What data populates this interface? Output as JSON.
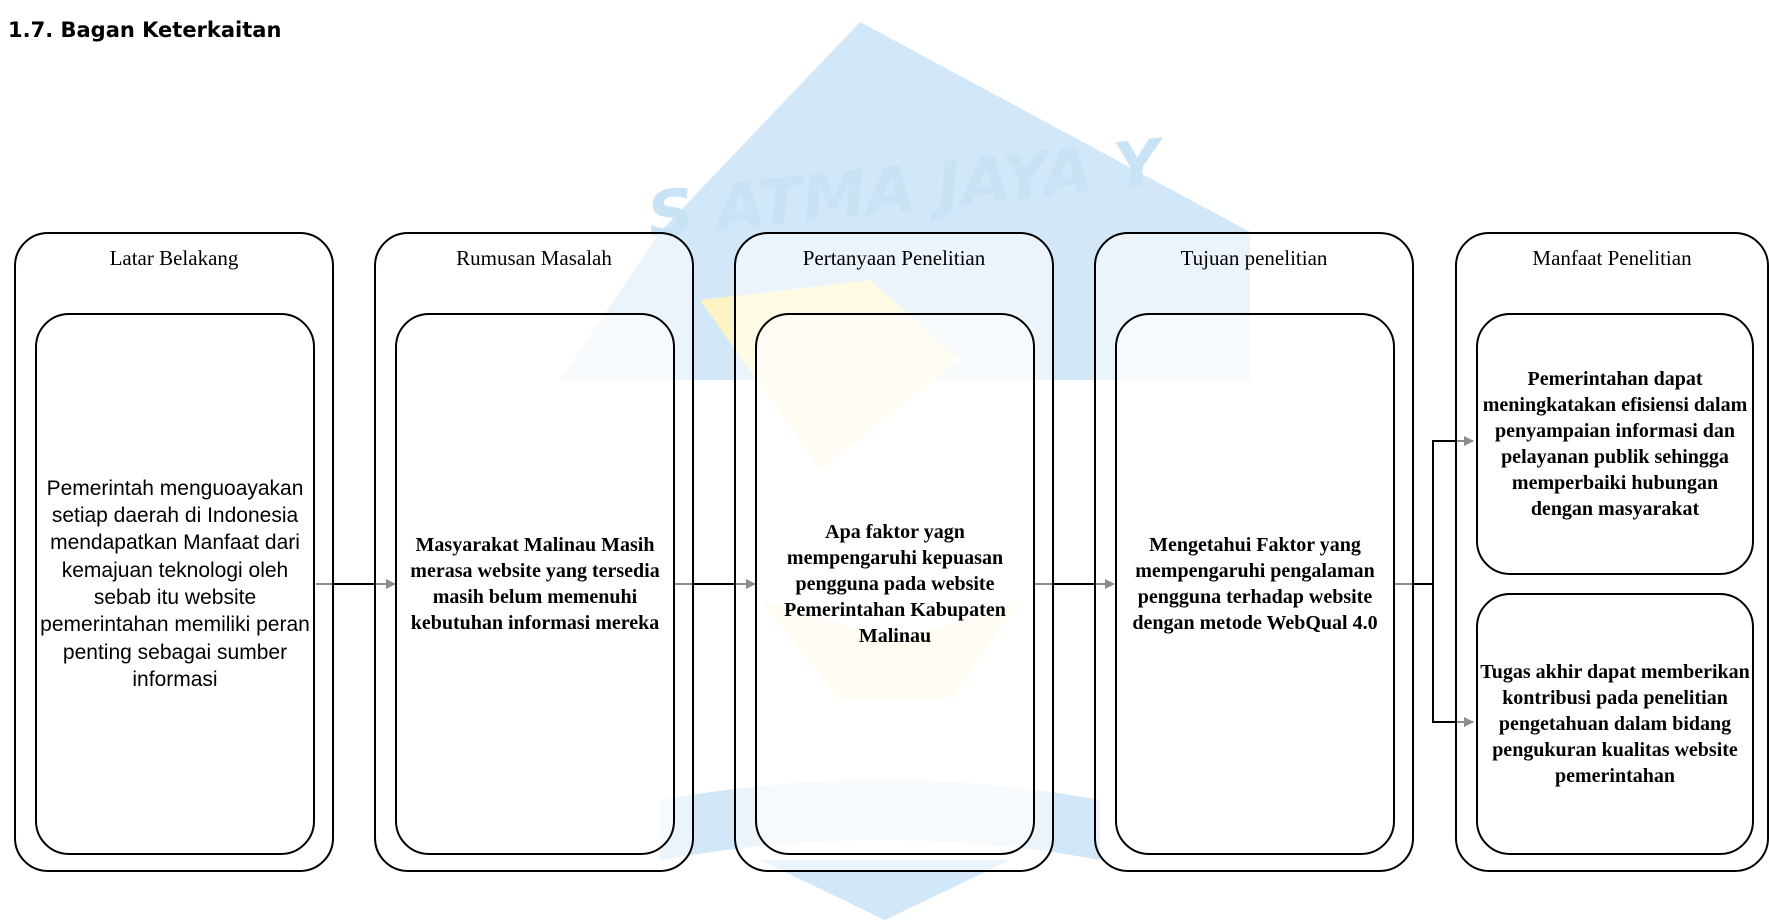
{
  "heading": "1.7. Bagan Keterkaitan",
  "watermark": {
    "text": "S ATMA JAYA Y"
  },
  "columns": [
    {
      "title": "Latar Belakang",
      "boxes": [
        "Pemerintah menguoayakan setiap daerah di Indonesia mendapatkan Manfaat dari kemajuan teknologi oleh sebab itu website pemerintahan memiliki peran penting sebagai sumber informasi"
      ]
    },
    {
      "title": "Rumusan Masalah",
      "boxes": [
        "Masyarakat Malinau Masih merasa website yang tersedia masih belum memenuhi kebutuhan informasi mereka"
      ]
    },
    {
      "title": "Pertanyaan Penelitian",
      "boxes": [
        "Apa faktor yagn mempengaruhi kepuasan pengguna pada website Pemerintahan Kabupaten Malinau"
      ]
    },
    {
      "title": "Tujuan penelitian",
      "boxes": [
        "Mengetahui Faktor yang mempengaruhi pengalaman pengguna terhadap website dengan metode WebQual 4.0"
      ]
    },
    {
      "title": "Manfaat Penelitian",
      "boxes": [
        "Pemerintahan dapat meningkatakan efisiensi dalam penyampaian informasi dan pelayanan publik sehingga memperbaiki hubungan dengan masyarakat",
        "Tugas akhir dapat memberikan kontribusi pada penelitian pengetahuan dalam bidang pengukuran kualitas website pemerintahan"
      ]
    }
  ]
}
